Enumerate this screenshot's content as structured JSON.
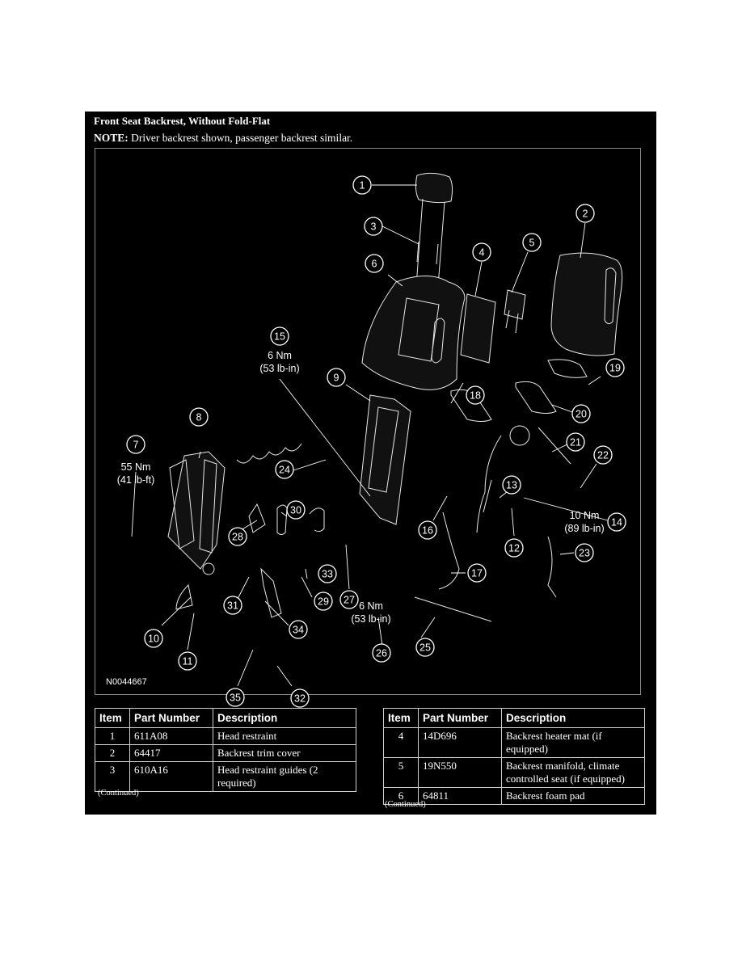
{
  "title": "Front Seat Backrest, Without Fold-Flat",
  "note": {
    "label": "NOTE:",
    "text": "Driver backrest shown, passenger backrest similar."
  },
  "figure": {
    "id": "N0044667",
    "callouts": [
      "1",
      "2",
      "3",
      "4",
      "5",
      "6",
      "7",
      "8",
      "9",
      "10",
      "11",
      "12",
      "13",
      "14",
      "15",
      "16",
      "17",
      "18",
      "19",
      "20",
      "21",
      "22",
      "23",
      "24",
      "25",
      "26",
      "27",
      "28",
      "29",
      "30",
      "31",
      "32",
      "33",
      "34",
      "35"
    ],
    "torque_specs": {
      "item7": {
        "nm": "55 Nm",
        "imperial": "(41 lb-ft)"
      },
      "item14": {
        "nm": "10 Nm",
        "imperial": "(89 lb-in)"
      },
      "item15": {
        "nm": "6 Nm",
        "imperial": "(53 lb-in)"
      },
      "item26": {
        "nm": "6 Nm",
        "imperial": "(53 lb-in)"
      }
    }
  },
  "tables": {
    "headers": {
      "item": "Item",
      "part_number": "Part Number",
      "description": "Description"
    },
    "left": {
      "rows": [
        {
          "item": "1",
          "part_number": "611A08",
          "description": "Head restraint"
        },
        {
          "item": "2",
          "part_number": "64417",
          "description": "Backrest trim cover"
        },
        {
          "item": "3",
          "part_number": "610A16",
          "description": "Head restraint guides (2 required)"
        }
      ],
      "continued": "(Continued)"
    },
    "right": {
      "rows": [
        {
          "item": "4",
          "part_number": "14D696",
          "description": "Backrest heater mat (if equipped)"
        },
        {
          "item": "5",
          "part_number": "19N550",
          "description": "Backrest manifold, climate controlled seat (if equipped)"
        },
        {
          "item": "6",
          "part_number": "64811",
          "description": "Backrest foam pad"
        }
      ],
      "continued": "(Continued)"
    }
  }
}
